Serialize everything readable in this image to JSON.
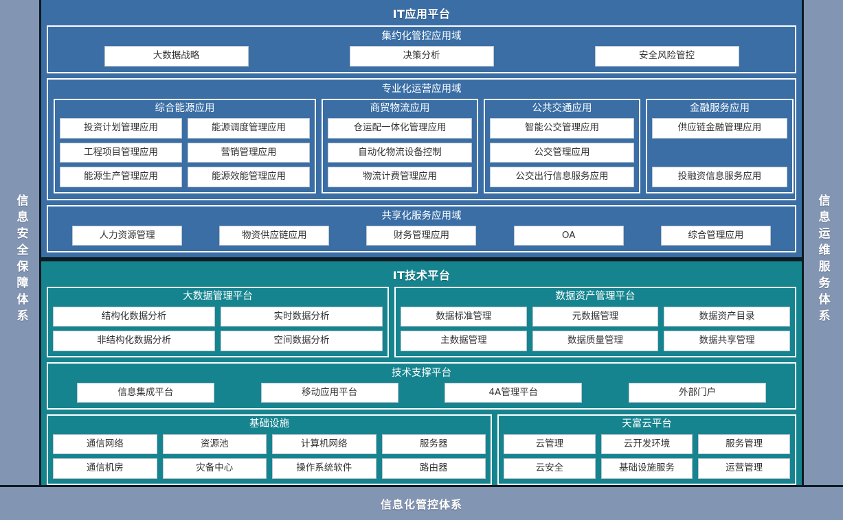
{
  "sides": {
    "left_label": "信息安全保障体系",
    "right_label": "信息运维服务体系"
  },
  "bottom": {
    "label": "信息化管控体系"
  },
  "colors": {
    "page_background": "#8295b3",
    "application_platform": "#3a6ea5",
    "technology_platform": "#16848f",
    "chip_background": "#ffffff",
    "chip_text": "#333333",
    "frame": "#ffffff",
    "outline": "#0d1b22"
  },
  "app_platform": {
    "title": "IT应用平台",
    "domains": [
      {
        "title": "集约化管控应用域",
        "items": [
          "大数据战略",
          "决策分析",
          "安全风险管控"
        ]
      },
      {
        "title": "专业化运营应用域",
        "subgroups": [
          {
            "title": "综合能源应用",
            "rows": [
              [
                "投资计划管理应用",
                "能源调度管理应用"
              ],
              [
                "工程项目管理应用",
                "营销管理应用"
              ],
              [
                "能源生产管理应用",
                "能源效能管理应用"
              ]
            ]
          },
          {
            "title": "商贸物流应用",
            "items": [
              "仓运配一体化管理应用",
              "自动化物流设备控制",
              "物流计费管理应用"
            ]
          },
          {
            "title": "公共交通应用",
            "items": [
              "智能公交管理应用",
              "公交管理应用",
              "公交出行信息服务应用"
            ]
          },
          {
            "title": "金融服务应用",
            "items": [
              "供应链金融管理应用",
              "",
              "投融资信息服务应用"
            ]
          }
        ]
      },
      {
        "title": "共享化服务应用域",
        "items": [
          "人力资源管理",
          "物资供应链应用",
          "财务管理应用",
          "OA",
          "综合管理应用"
        ]
      }
    ]
  },
  "tech_platform": {
    "title": "IT技术平台",
    "groups_row1": [
      {
        "title": "大数据管理平台",
        "rows": [
          [
            "结构化数据分析",
            "实时数据分析"
          ],
          [
            "非结构化数据分析",
            "空间数据分析"
          ]
        ]
      },
      {
        "title": "数据资产管理平台",
        "rows": [
          [
            "数据标准管理",
            "元数据管理",
            "数据资产目录"
          ],
          [
            "主数据管理",
            "数据质量管理",
            "数据共享管理"
          ]
        ]
      }
    ],
    "support_platform": {
      "title": "技术支撑平台",
      "items": [
        "信息集成平台",
        "移动应用平台",
        "4A管理平台",
        "外部门户"
      ]
    },
    "groups_row3": [
      {
        "title": "基础设施",
        "rows": [
          [
            "通信网络",
            "资源池",
            "计算机网络",
            "服务器"
          ],
          [
            "通信机房",
            "灾备中心",
            "操作系统软件",
            "路由器"
          ]
        ]
      },
      {
        "title": "天富云平台",
        "rows": [
          [
            "云管理",
            "云开发环境",
            "服务管理"
          ],
          [
            "云安全",
            "基础设施服务",
            "运营管理"
          ]
        ]
      }
    ]
  }
}
